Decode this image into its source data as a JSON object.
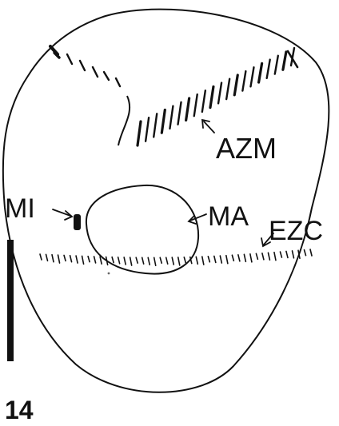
{
  "figure_number": "14",
  "labels": {
    "azm": "AZM",
    "mi": "MI",
    "ma": "MA",
    "ezc": "EZC"
  }
}
